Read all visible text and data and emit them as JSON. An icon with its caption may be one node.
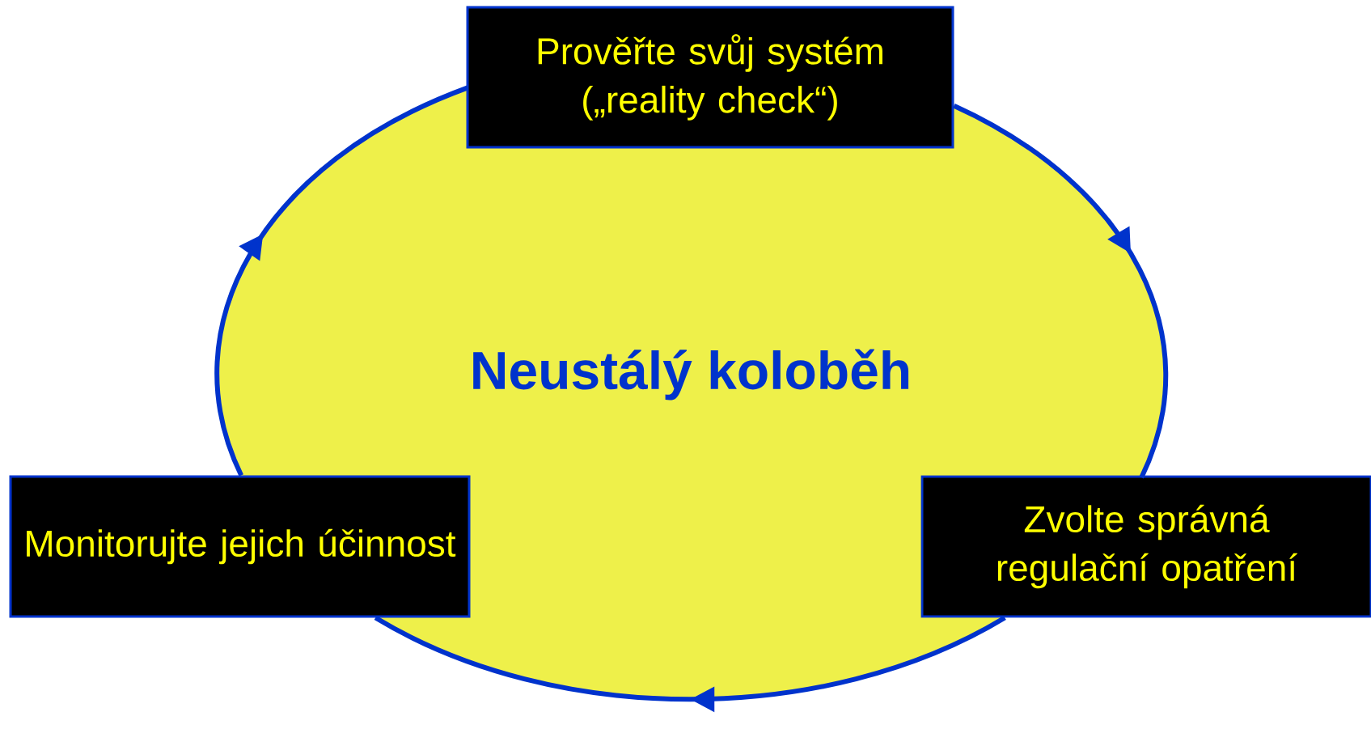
{
  "diagram": {
    "nodes": [
      {
        "text": [
          "Prověřte svůj systém („reality check“)"
        ]
      },
      {
        "text": [
          "Neustálý koloběh"
        ]
      },
      {
        "text": [
          "Monitorujte jejich účinnost"
        ]
      },
      {
        "text": [
          "Zvolte správná regulační opatření"
        ]
      }
    ],
    "edges": [
      {
        "from": 0,
        "to": 3,
        "arrow": "to"
      },
      {
        "from": 3,
        "to": 2,
        "arrow": "to"
      },
      {
        "from": 2,
        "to": 0,
        "arrow": "to"
      }
    ]
  }
}
